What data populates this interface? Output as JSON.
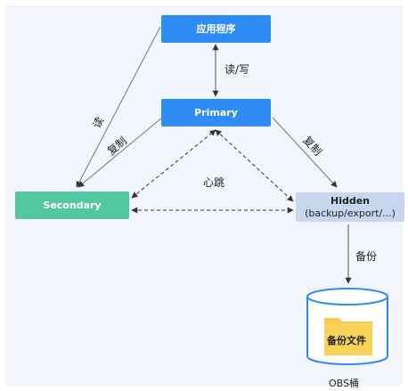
{
  "nodes": {
    "app": "应用程序",
    "primary": "Primary",
    "secondary": "Secondary",
    "hidden_line1": "Hidden",
    "hidden_line2": "(backup/export/...)"
  },
  "edges": {
    "read_write": "读/写",
    "read": "读",
    "replicate_left": "复制",
    "replicate_right": "复制",
    "heartbeat": "心跳",
    "backup": "备份"
  },
  "storage": {
    "file": "备份文件",
    "bucket": "OBS桶"
  },
  "colors": {
    "blue": "#2f8cf4",
    "green": "#52c7a0",
    "light_blue": "#c7d7f0",
    "folder": "#f6cc4a",
    "bucket_stroke": "#2f8cf4"
  }
}
